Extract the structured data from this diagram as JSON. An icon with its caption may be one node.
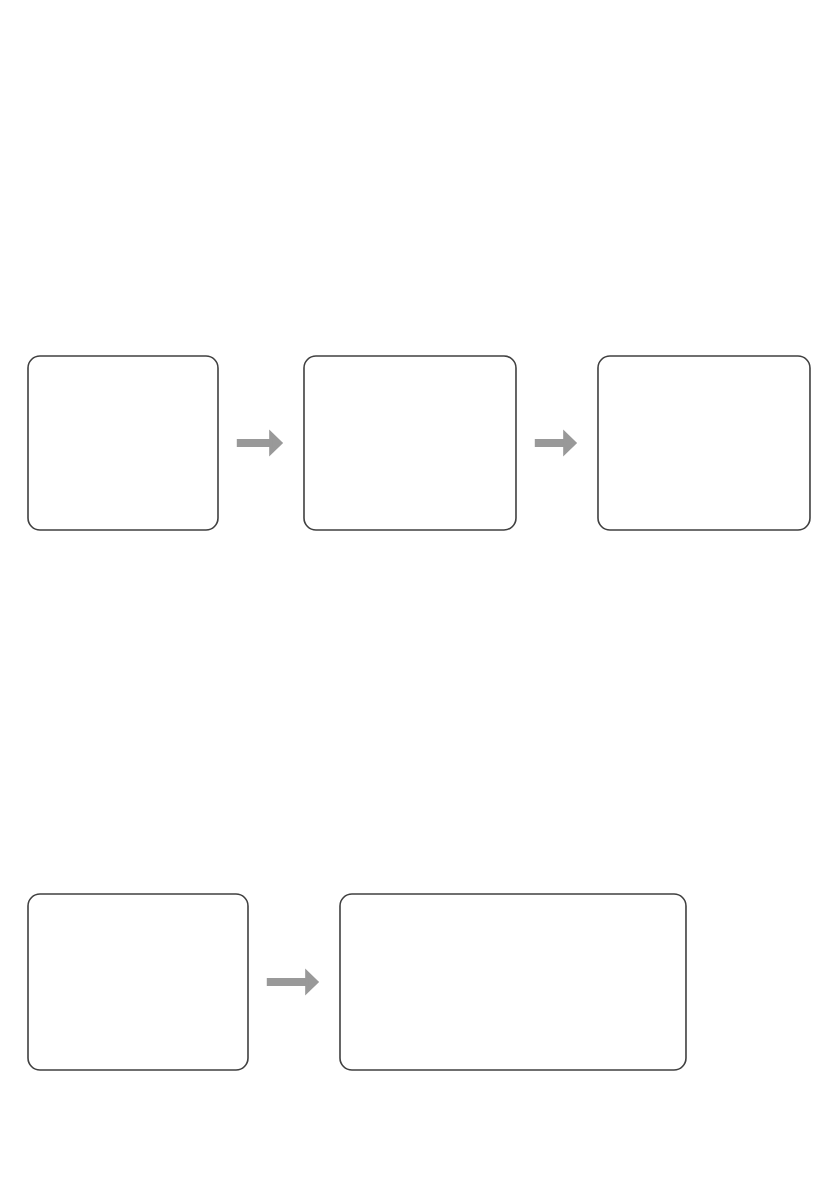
{
  "diagram": {
    "nodes": [
      {
        "text": [],
        "shape": "box"
      },
      {
        "text": [],
        "shape": "box"
      },
      {
        "text": [],
        "shape": "box"
      },
      {
        "text": [],
        "shape": "box"
      },
      {
        "text": [],
        "shape": "box"
      }
    ],
    "edges": [
      {
        "from": 0,
        "to": 1,
        "arrow": "to"
      },
      {
        "from": 1,
        "to": 2,
        "arrow": "to"
      },
      {
        "from": 3,
        "to": 4,
        "arrow": "to"
      }
    ]
  }
}
